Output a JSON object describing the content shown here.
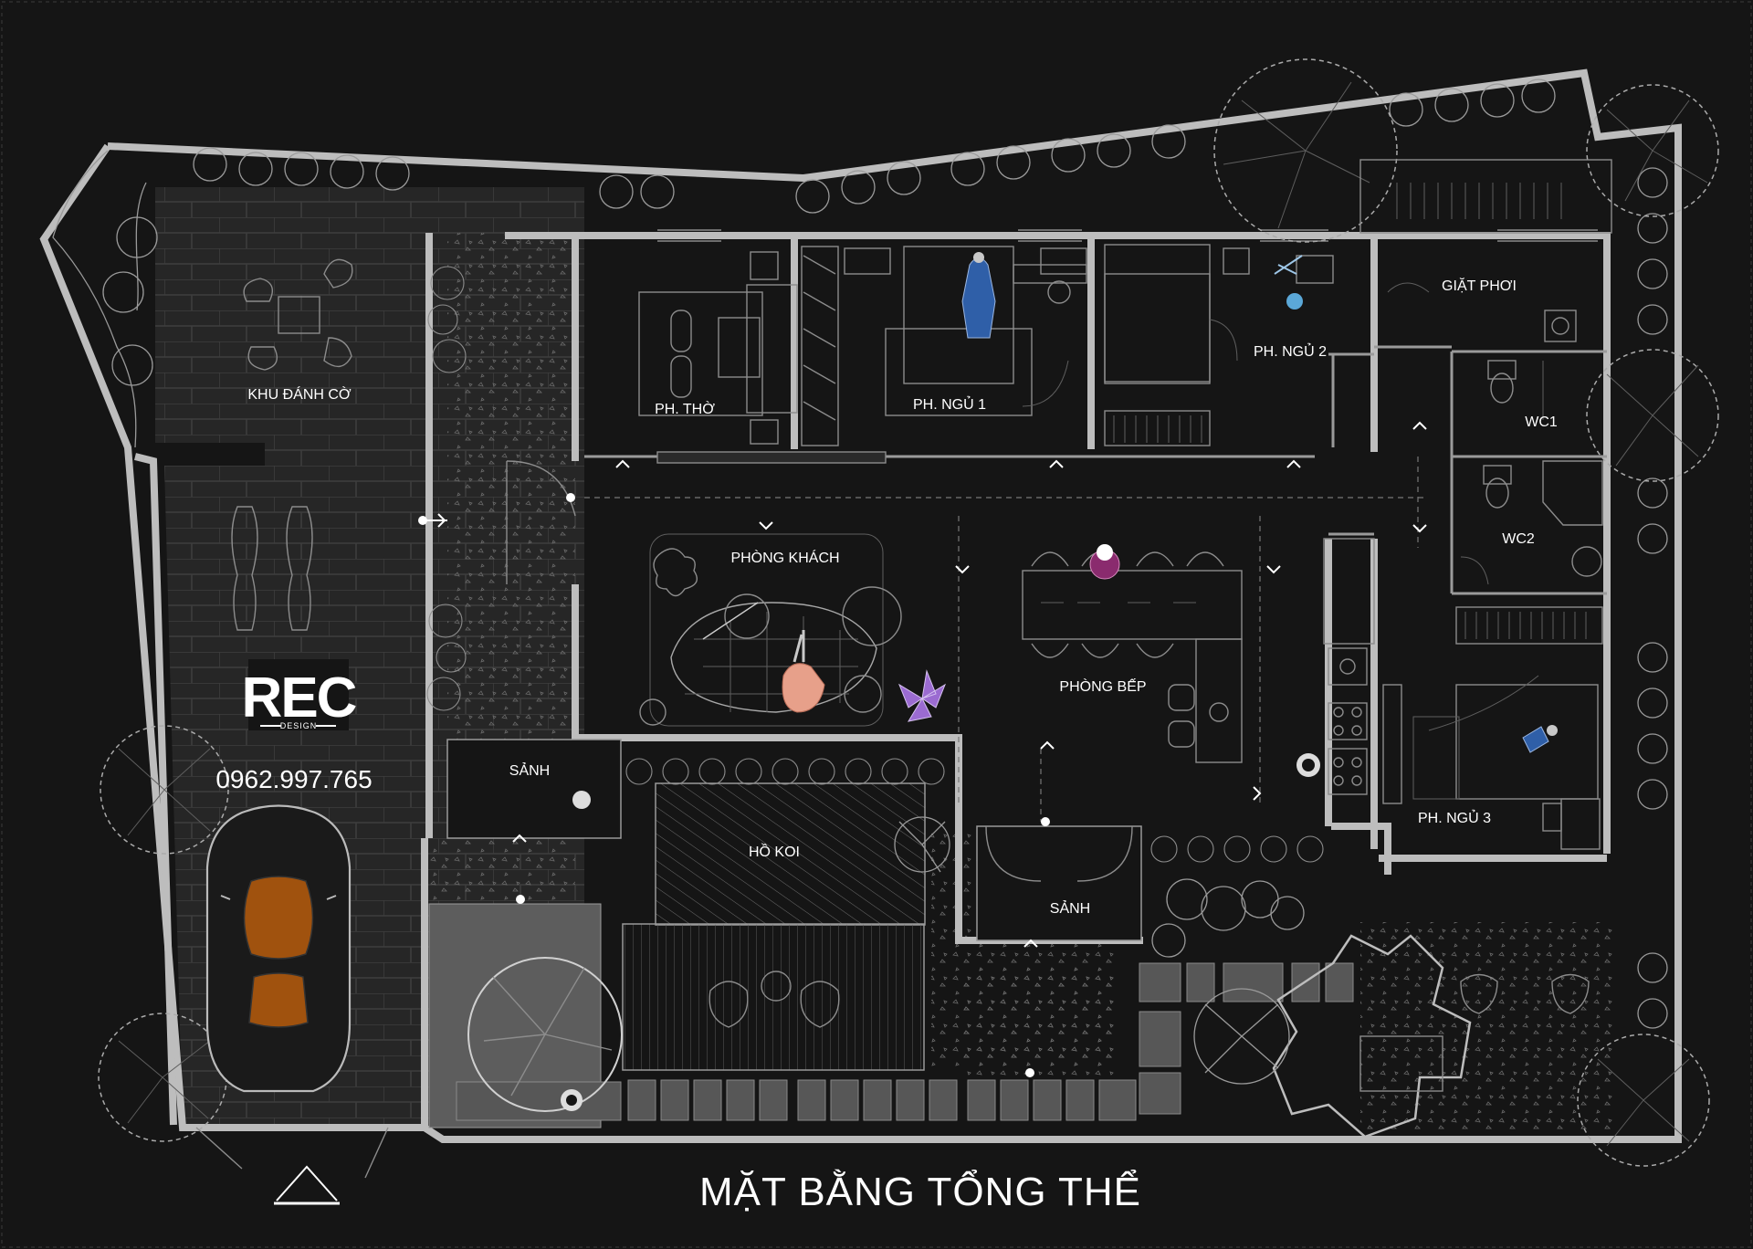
{
  "title": "MẶT BẰNG TỔNG THỂ",
  "logo": {
    "text": "REC",
    "subtext": "DESIGN"
  },
  "phone": "0962.997.765",
  "rooms": {
    "khu_danh_co": "KHU ĐÁNH CỜ",
    "ph_tho": "PH. THỜ",
    "ph_ngu_1": "PH. NGỦ 1",
    "ph_ngu_2": "PH. NGỦ 2",
    "giat_phoi": "GIẶT PHƠI",
    "wc1": "WC1",
    "wc2": "WC2",
    "phong_khach": "PHÒNG KHÁCH",
    "phong_bep": "PHÒNG BẾP",
    "ph_ngu_3": "PH. NGỦ 3",
    "sanh_left": "SẢNH",
    "ho_koi": "HỒ KOI",
    "sanh_right": "SẢNH"
  },
  "colors": {
    "background": "#151515",
    "wall": "#bdbdbd",
    "line": "#8c8c8c",
    "car_interior": "#a0520e",
    "person_blue": "#2f5fa8",
    "person_magenta": "#8a2b6e",
    "person_peach": "#e7a08a",
    "plant_violet": "#9b6bd1"
  }
}
